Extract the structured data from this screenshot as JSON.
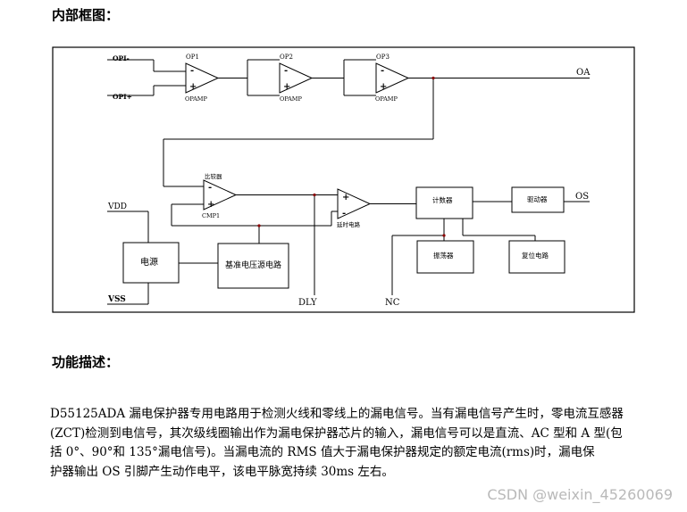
{
  "headings": {
    "block_diagram": "内部框图：",
    "function_description": "功能描述："
  },
  "diagram": {
    "inputs": {
      "op_minus": "OPI-",
      "op_plus": "OPI+",
      "vdd": "VDD",
      "vss": "VSS"
    },
    "opamps": [
      {
        "name": "OP1",
        "sub": "OPAMP"
      },
      {
        "name": "OP2",
        "sub": "OPAMP"
      },
      {
        "name": "OP3",
        "sub": "OPAMP"
      }
    ],
    "comparator": {
      "top": "比较器",
      "bottom": "CMP1"
    },
    "delay": {
      "bottom": "延时电路"
    },
    "blocks": {
      "power": "电源",
      "reference": "基准电压源电路",
      "counter": "计数器",
      "driver": "驱动器",
      "oscillator": "振荡器",
      "reset": "复位电路"
    },
    "outputs": {
      "oa": "OA",
      "os": "OS",
      "dly": "DLY",
      "nc": "NC"
    }
  },
  "description_lines": [
    "D55125ADA 漏电保护器专用电路用于检测火线和零线上的漏电信号。当有漏电信号产生时，零电流互感器",
    "(ZCT)检测到电信号，其次级线圈输出作为漏电保护器芯片的输入，漏电信号可以是直流、AC 型和 A 型(包",
    "括 0°、90°和 135°漏电信号)。当漏电流的 RMS 值大于漏电保护器规定的额定电流(rms)时，漏电保",
    "护器输出 OS 引脚产生动作电平，该电平脉宽持续 30ms 左右。"
  ],
  "watermark": "CSDN @weixin_45260069"
}
